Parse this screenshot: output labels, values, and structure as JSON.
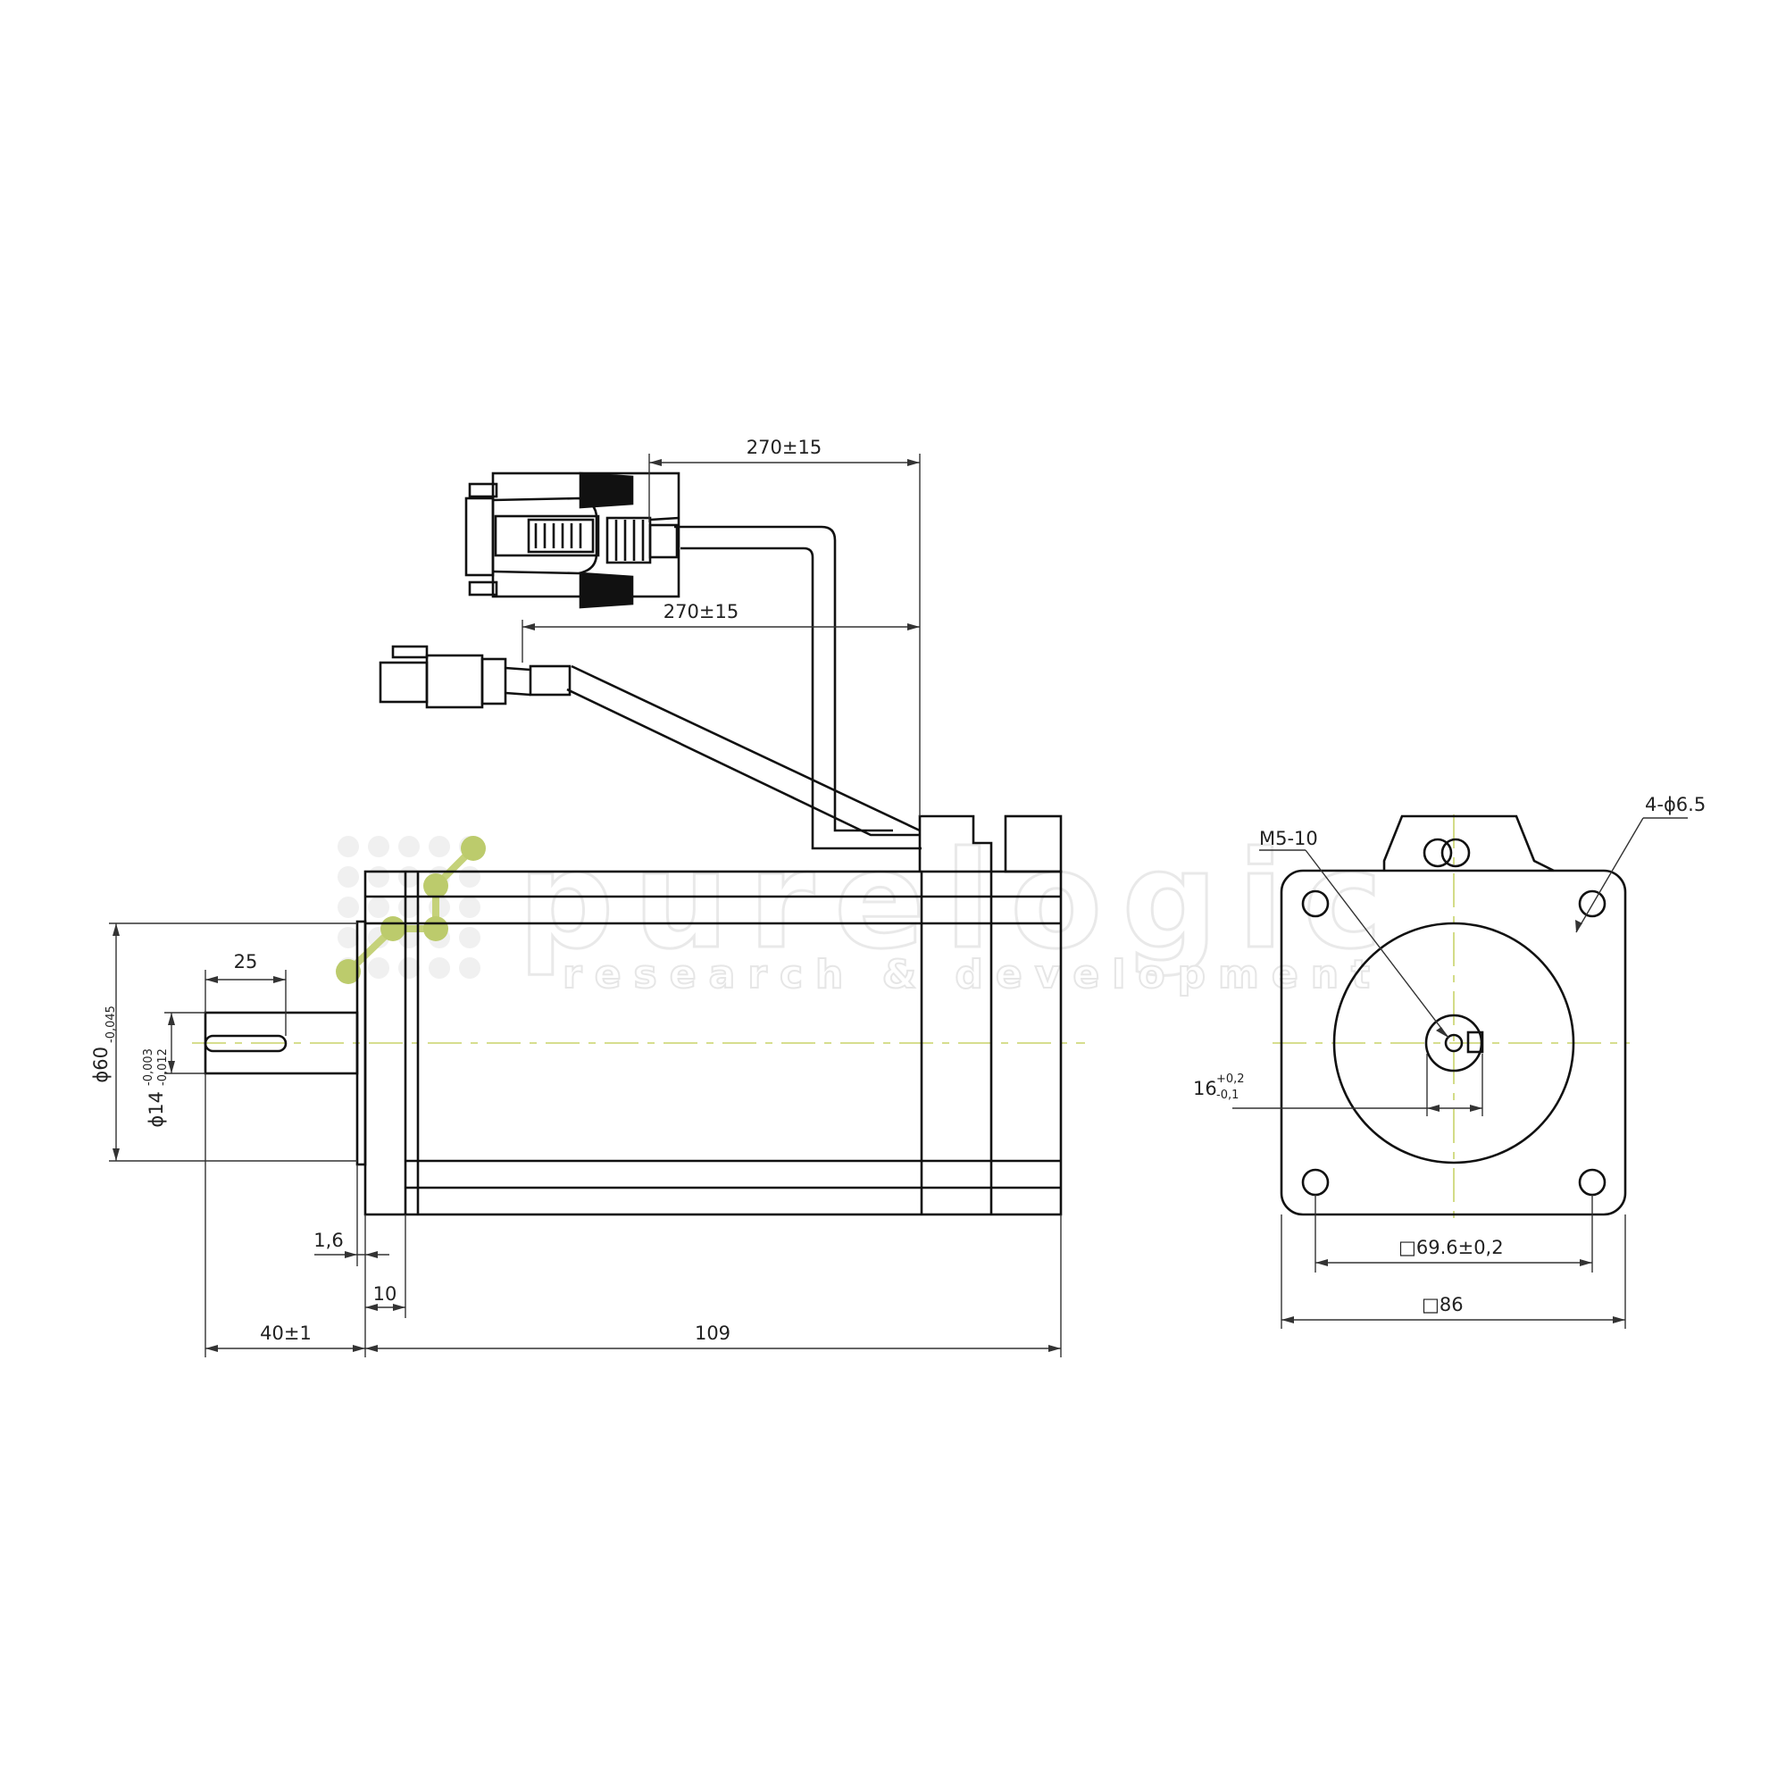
{
  "colors": {
    "line": "#111111",
    "dim": "#333333",
    "center_line": "#c8d46a",
    "watermark_accent": "#b9c86a"
  },
  "dimensions": {
    "cable_signal_length": "270±15",
    "cable_power_length": "270±15",
    "shaft_key_length": "25",
    "flange_pilot": "ϕ60",
    "flange_pilot_tol": "-0,045",
    "shaft_dia": "ϕ14",
    "shaft_tol_upper": "-0,003",
    "shaft_tol_lower": "-0,012",
    "pilot_depth": "1,6",
    "flange_thickness": "10",
    "shaft_length": "40±1",
    "body_length": "109",
    "thread_hole": "M5-10",
    "mount_holes": "4-ϕ6.5",
    "key_height": "16",
    "key_tol_upper": "+0,2",
    "key_tol_lower": "-0,1",
    "hole_pitch": "□69.6±0,2",
    "flange_square": "□86"
  },
  "watermark": {
    "brand": "purelogic",
    "tagline": "research & development"
  }
}
